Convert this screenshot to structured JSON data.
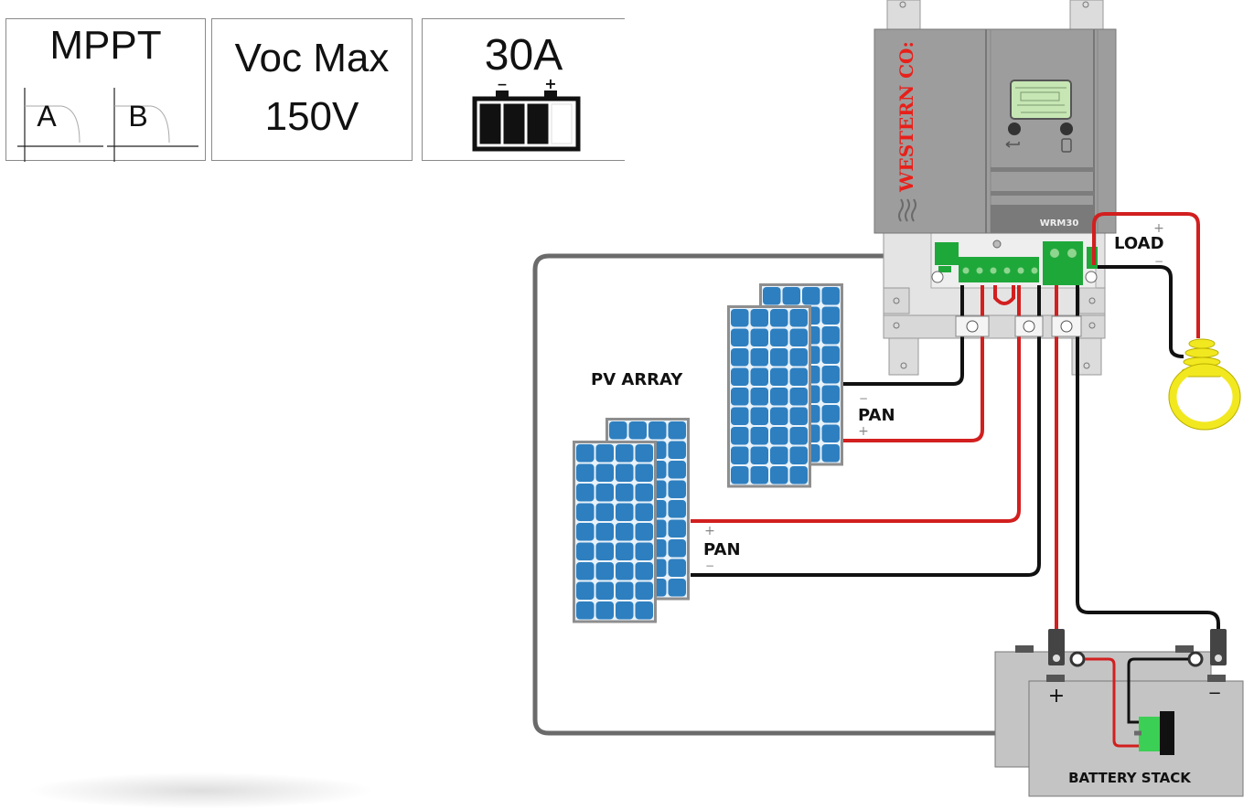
{
  "specs": {
    "mppt": {
      "title": "MPPT",
      "tracker_a": "A",
      "tracker_b": "B"
    },
    "voc": {
      "line1": "Voc Max",
      "line2": "150V"
    },
    "current": {
      "value": "30A",
      "battery_minus": "−",
      "battery_plus": "+",
      "battery_level": 0.75
    }
  },
  "controller": {
    "brand": "WESTERN CO:",
    "model": "WRM30",
    "brand_color": "#e8201a",
    "body_color": "#9d9d9d",
    "lcd_color": "#c6e6b4",
    "terminal_color": "#1fa83a"
  },
  "labels": {
    "pv_array": "PV ARRAY",
    "pan_1": "PAN",
    "pan_2": "PAN",
    "load": "LOAD",
    "battery_stack": "BATTERY STACK",
    "plus": "+",
    "minus": "−"
  },
  "colors": {
    "positive_wire": "#d21f1f",
    "negative_wire": "#111111",
    "sense_cable": "#6b6b6b",
    "panel_cell": "#2e7fbf",
    "panel_frame": "#8e8e8e",
    "bulb": "#f2e820",
    "battery": "#c4c4c4"
  }
}
